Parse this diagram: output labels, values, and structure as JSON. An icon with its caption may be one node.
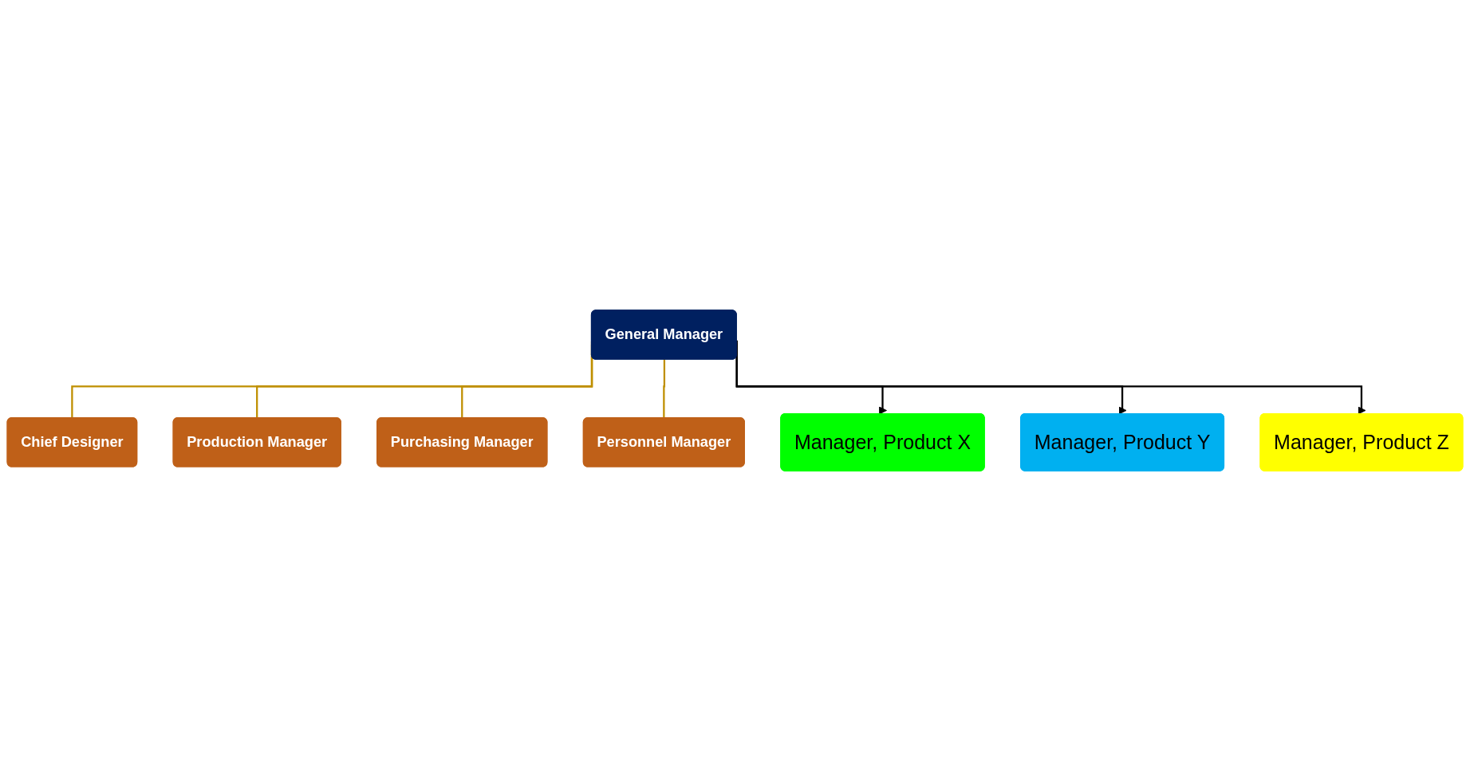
{
  "diagram": {
    "nodes": [
      {
        "text": [
          "General Manager"
        ]
      },
      {
        "text": [
          "Chief Designer"
        ]
      },
      {
        "text": [
          "Production Manager"
        ]
      },
      {
        "text": [
          "Purchasing Manager"
        ]
      },
      {
        "text": [
          "Personnel Manager"
        ]
      },
      {
        "text": [
          "Manager, Product X"
        ]
      },
      {
        "text": [
          "Manager, Product Y"
        ]
      },
      {
        "text": [
          "Manager, Product Z"
        ]
      }
    ],
    "edges": [
      {
        "from": 0,
        "to": 1,
        "arrow": "none"
      },
      {
        "from": 0,
        "to": 2,
        "arrow": "none"
      },
      {
        "from": 0,
        "to": 3,
        "arrow": "none"
      },
      {
        "from": 0,
        "to": 4,
        "arrow": "none"
      },
      {
        "from": 0,
        "to": 5,
        "arrow": "to",
        "color": "#000000"
      },
      {
        "from": 0,
        "to": 6,
        "arrow": "to",
        "color": "#000000"
      },
      {
        "from": 0,
        "to": 7,
        "arrow": "to",
        "color": "#000000"
      }
    ]
  }
}
